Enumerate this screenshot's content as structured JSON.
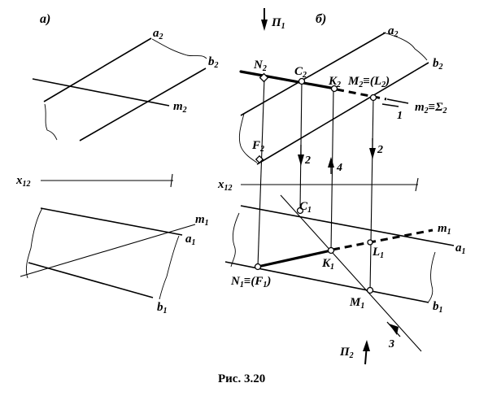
{
  "labels": {
    "part_a": "а)",
    "part_b": "б)",
    "pi1": {
      "main": "П",
      "sub": "1"
    },
    "pi2": {
      "main": "П",
      "sub": "2"
    },
    "a_a2": {
      "main": "a",
      "sub": "2"
    },
    "a_b2": {
      "main": "b",
      "sub": "2"
    },
    "a_m2": {
      "main": "m",
      "sub": "2"
    },
    "a_x12": {
      "main": "x",
      "sub": "12"
    },
    "a_m1": {
      "main": "m",
      "sub": "1"
    },
    "a_a1": {
      "main": "a",
      "sub": "1"
    },
    "a_b1": {
      "main": "b",
      "sub": "1"
    },
    "b_a2": {
      "main": "a",
      "sub": "2"
    },
    "b_b2": {
      "main": "b",
      "sub": "2"
    },
    "b_N2": {
      "main": "N",
      "sub": "2"
    },
    "b_C2": {
      "main": "C",
      "sub": "2"
    },
    "b_K2": {
      "main": "K",
      "sub": "2"
    },
    "b_M2L2": {
      "main": "M",
      "sub": "2",
      "rest": "≡(L",
      "sub2": "2",
      "end": ")"
    },
    "b_m2S2": {
      "main": "m",
      "sub": "2",
      "rest": "≡Σ",
      "sub2": "2"
    },
    "b_F2": {
      "main": "F",
      "sub": "2"
    },
    "b_x12": {
      "main": "x",
      "sub": "12"
    },
    "b_C1": {
      "main": "C",
      "sub": "1"
    },
    "b_m1": {
      "main": "m",
      "sub": "1"
    },
    "b_a1": {
      "main": "a",
      "sub": "1"
    },
    "b_L1": {
      "main": "L",
      "sub": "1"
    },
    "b_K1": {
      "main": "K",
      "sub": "1"
    },
    "b_N1F1": {
      "main": "N",
      "sub": "1",
      "rest": "≡(F",
      "sub2": "1",
      "end": ")"
    },
    "b_M1": {
      "main": "M",
      "sub": "1"
    },
    "b_b1": {
      "main": "b",
      "sub": "1"
    },
    "arrow_num_1": "1",
    "arrow_num_2a": "2",
    "arrow_num_2b": "2",
    "arrow_num_3": "3",
    "arrow_num_4": "4"
  },
  "caption": "Рис. 3.20"
}
